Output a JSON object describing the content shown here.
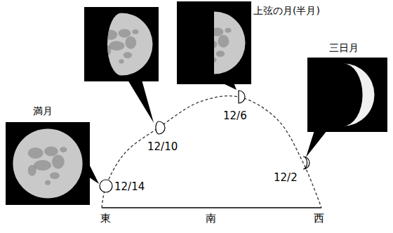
{
  "diagram": {
    "nodes": [
      {
        "text": [
          "上弦の月(半月)"
        ]
      },
      {
        "text": [
          "三日月"
        ]
      },
      {
        "text": [
          "満月"
        ]
      }
    ],
    "labels": [
      "12/10",
      "12/6",
      "12/2",
      "12/14",
      "東",
      "南",
      "西"
    ]
  }
}
